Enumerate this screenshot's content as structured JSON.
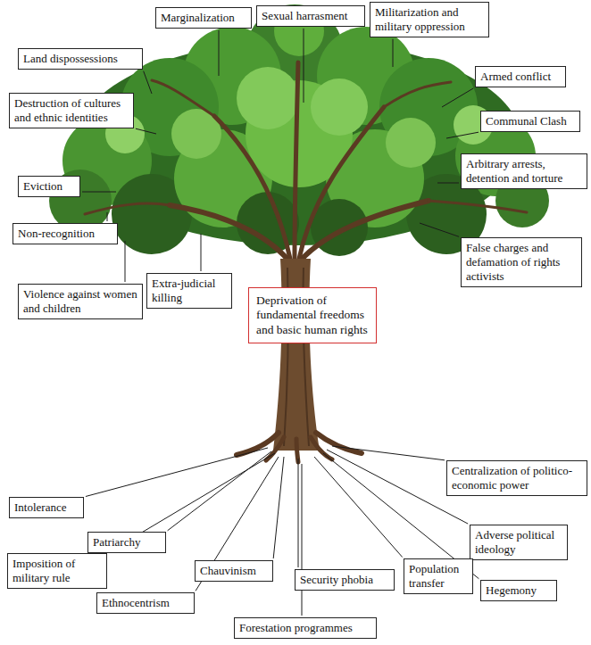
{
  "diagram": {
    "nodes": [
      {
        "text": [
          "Marginalization"
        ]
      },
      {
        "text": [
          "Sexual harrasment"
        ]
      },
      {
        "text": [
          "Militarization and military oppression"
        ]
      },
      {
        "text": [
          "Land dispossessions"
        ]
      },
      {
        "text": [
          "Armed conflict"
        ]
      },
      {
        "text": [
          "Destruction of cultures and ethnic identities"
        ]
      },
      {
        "text": [
          "Communal Clash"
        ]
      },
      {
        "text": [
          "Arbitrary arrests, detention and torture"
        ]
      },
      {
        "text": [
          "Eviction"
        ]
      },
      {
        "text": [
          "Non-recognition"
        ]
      },
      {
        "text": [
          "False charges and defamation of rights activists"
        ]
      },
      {
        "text": [
          "Violence against women and children"
        ]
      },
      {
        "text": [
          "Extra-judicial killing"
        ]
      },
      {
        "text": [
          "Deprivation of fundamental freedoms and basic human rights"
        ]
      },
      {
        "text": [
          "Centralization of politico-economic power"
        ]
      },
      {
        "text": [
          "Intolerance"
        ]
      },
      {
        "text": [
          "Adverse political ideology"
        ]
      },
      {
        "text": [
          "Patriarchy"
        ]
      },
      {
        "text": [
          "Imposition of military rule"
        ]
      },
      {
        "text": [
          "Chauvinism"
        ]
      },
      {
        "text": [
          "Security phobia"
        ]
      },
      {
        "text": [
          "Population transfer"
        ]
      },
      {
        "text": [
          "Hegemony"
        ]
      },
      {
        "text": [
          "Ethnocentrism"
        ]
      },
      {
        "text": [
          "Forestation programmes"
        ]
      }
    ]
  }
}
